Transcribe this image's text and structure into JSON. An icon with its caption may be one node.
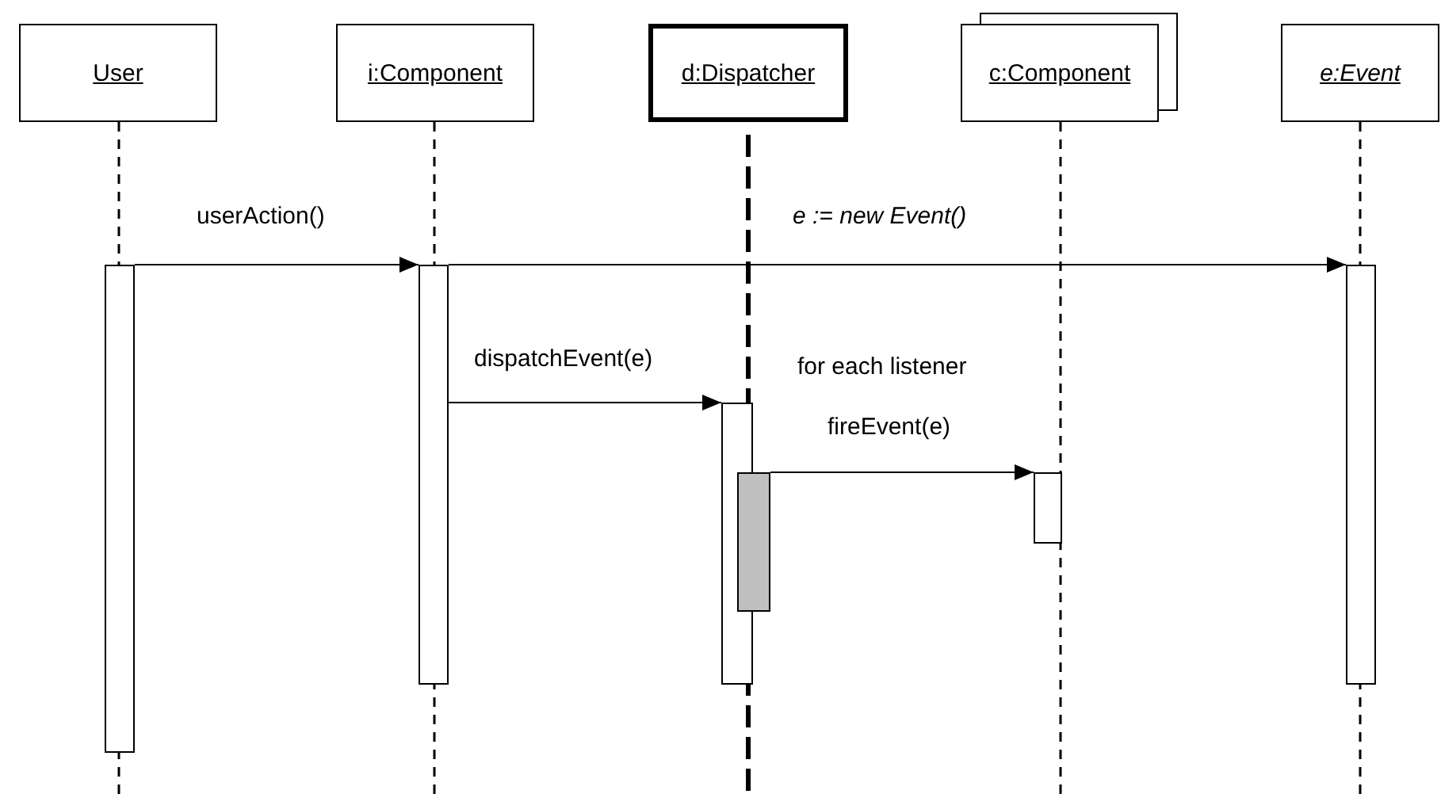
{
  "diagram": {
    "nodes": [
      {
        "text": [
          "User"
        ]
      },
      {
        "text": [
          "i:Component"
        ]
      },
      {
        "text": [
          "d:Dispatcher"
        ]
      },
      {
        "text": [
          "c:Component"
        ]
      },
      {
        "text": [
          "e:Event"
        ]
      },
      {
        "text": [],
        "shape": "bar"
      },
      {
        "text": [],
        "shape": "bar"
      },
      {
        "text": [],
        "shape": "bar"
      },
      {
        "text": [],
        "shape": "bar"
      },
      {
        "text": [],
        "shape": "bar"
      },
      {
        "text": [],
        "shape": "bar"
      }
    ],
    "edges": [
      {
        "from": 5,
        "to": 6,
        "arrow": "to",
        "label": "userAction()"
      },
      {
        "from": 6,
        "to": 7,
        "arrow": "to",
        "label": "e := new Event()"
      },
      {
        "from": 6,
        "to": 8,
        "arrow": "to",
        "label": "dispatchEvent(e)"
      },
      {
        "from": 9,
        "to": 10,
        "arrow": "to",
        "label": "fireEvent(e)"
      }
    ],
    "labels": [
      "for each listener"
    ]
  }
}
